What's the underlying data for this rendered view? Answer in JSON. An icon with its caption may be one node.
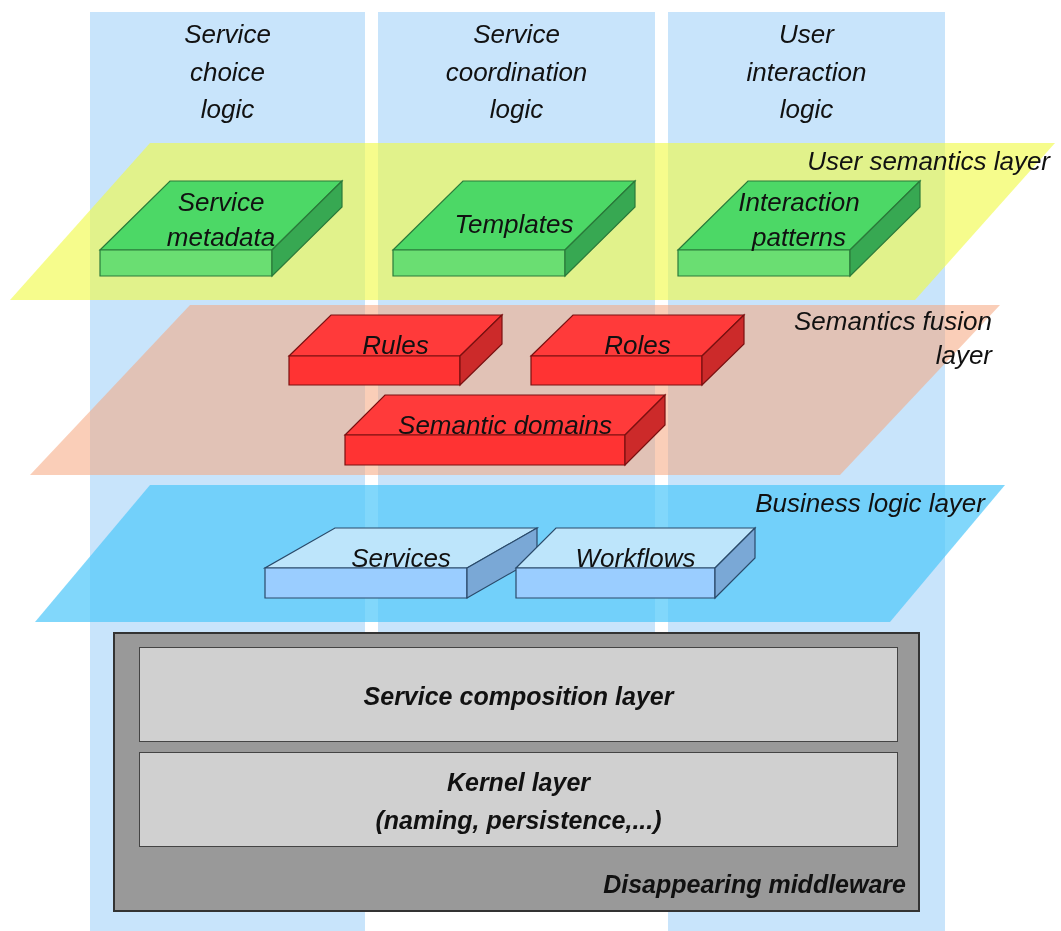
{
  "diagram": {
    "nodes": [
      {
        "text": [
          "Service choice logic"
        ]
      },
      {
        "text": [
          "Service coordination logic"
        ]
      },
      {
        "text": [
          "User interaction logic"
        ]
      },
      {
        "text": [
          "User semantics layer"
        ]
      },
      {
        "text": [
          "Service metadata"
        ]
      },
      {
        "text": [
          "Templates"
        ]
      },
      {
        "text": [
          "Interaction patterns"
        ]
      },
      {
        "text": [
          "Semantics fusion layer"
        ]
      },
      {
        "text": [
          "Rules"
        ],
        "in": 7
      },
      {
        "text": [
          "Roles"
        ],
        "in": 7
      },
      {
        "text": [
          "Semantic domains"
        ],
        "in": 7
      },
      {
        "text": [
          "Business logic layer"
        ]
      },
      {
        "text": [
          "Services"
        ],
        "in": 11
      },
      {
        "text": [
          "Workflows"
        ],
        "in": 11
      },
      {
        "text": [
          "Disappearing middleware"
        ]
      },
      {
        "text": [
          "Service composition layer"
        ],
        "in": 14
      },
      {
        "text": [
          "Kernel layer",
          "(naming, persistence,...)"
        ],
        "in": 14
      }
    ]
  }
}
